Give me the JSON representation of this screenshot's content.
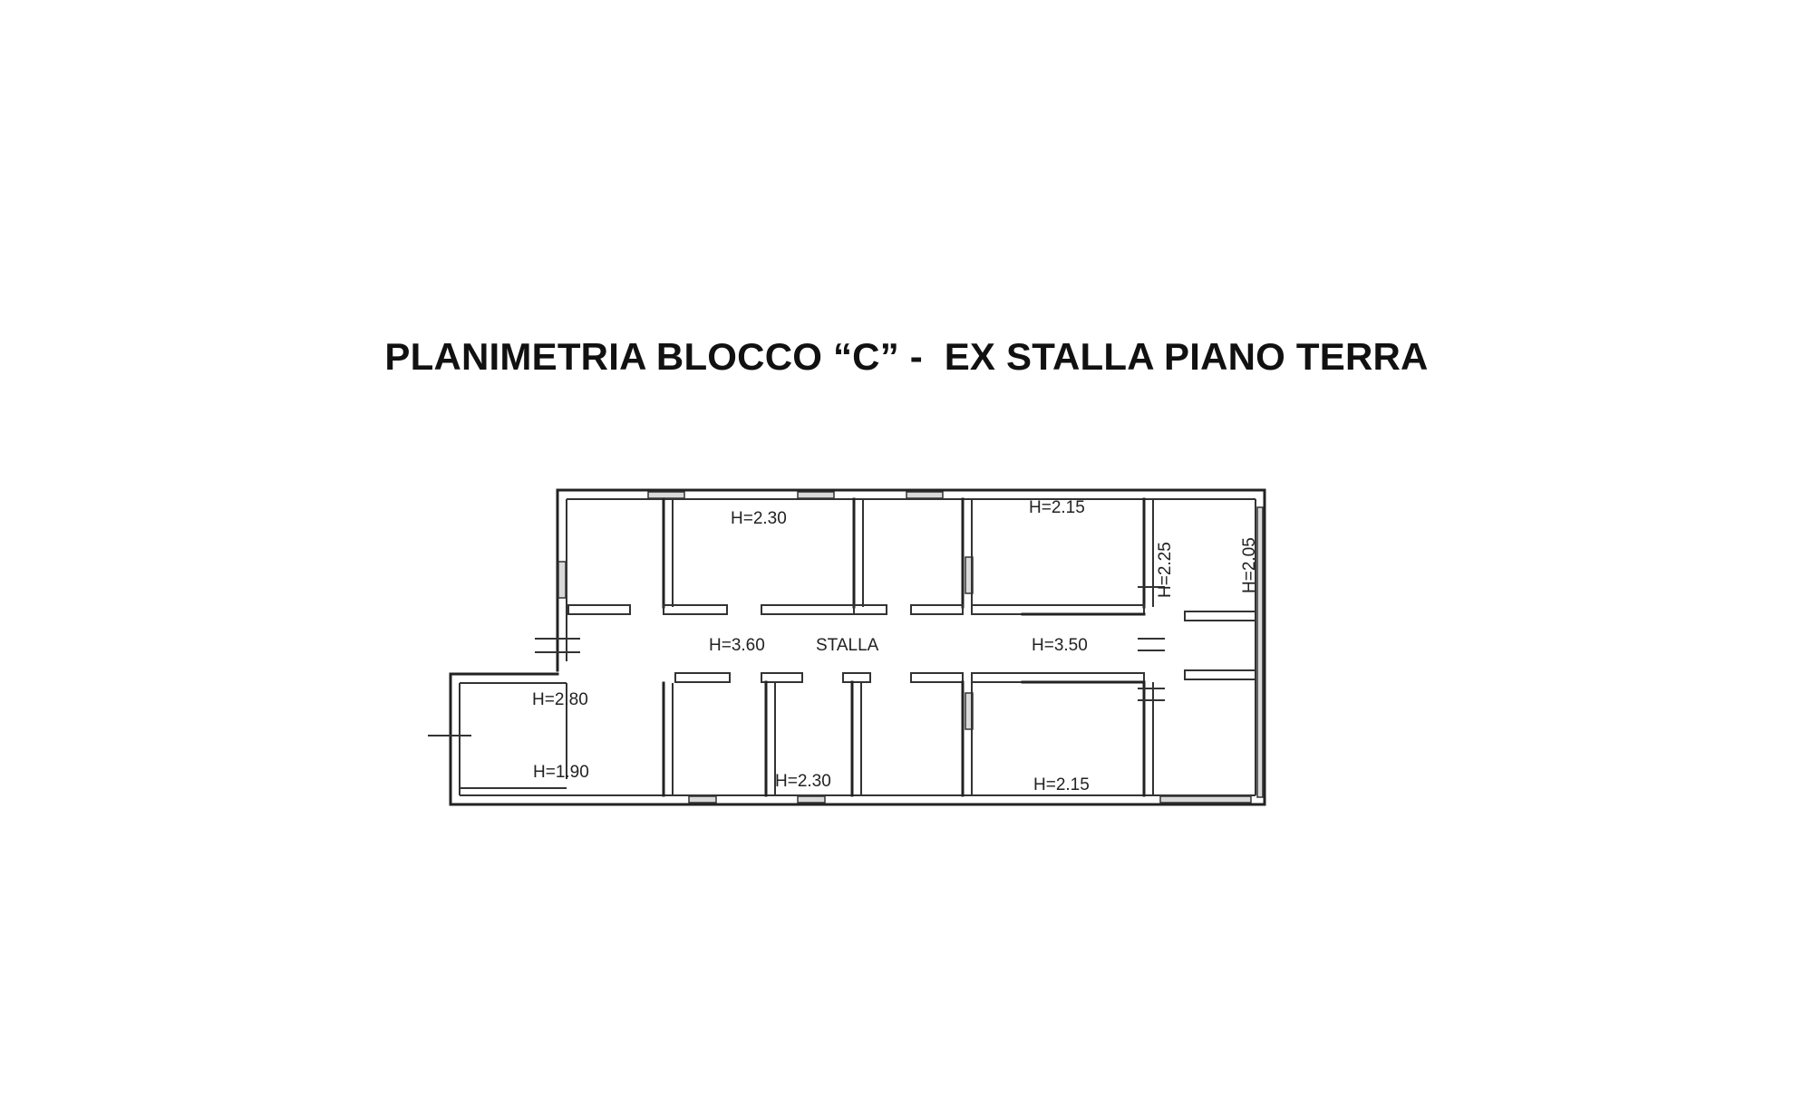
{
  "title": "PLANIMETRIA BLOCCO “C” -  EX STALLA PIANO TERRA",
  "labels": {
    "stalla": "STALLA",
    "h_top_center": "H=2.30",
    "h_top_right": "H=2.15",
    "h_vertical_a": "H=2.25",
    "h_vertical_b": "H=2.05",
    "h_corridor_left": "H=3.60",
    "h_corridor_right": "H=3.50",
    "h_bottom_left_upper": "H=2.80",
    "h_bottom_left_lower": "H=1.90",
    "h_bottom_center": "H=2.30",
    "h_bottom_right": "H=2.15"
  }
}
